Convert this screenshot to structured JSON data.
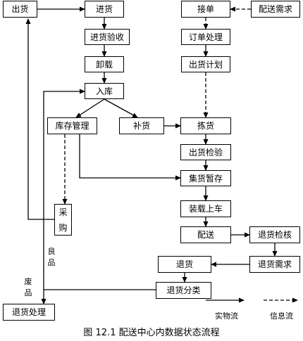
{
  "nodes": {
    "chuhuo": "出货",
    "jinhuo": "进货",
    "jinhuo_yanshou": "进货验收",
    "xiezai": "卸载",
    "ruku": "入库",
    "kucun_guanli": "库存管理",
    "buhuo": "补货",
    "caigou": [
      "采",
      "购"
    ],
    "jiedan": "接单",
    "peisong_xuqiu": "配送需求",
    "dingdan_chuli": "订单处理",
    "chuhuo_jihua": "出货计划",
    "jianhuo": "拣货",
    "chuhuo_jianyan": "出货检验",
    "jihuo_zancun": "集货暂存",
    "zhuangzai_shangche": "装载上车",
    "peisong": "配送",
    "tuihuo_jianhe": "退货检核",
    "tuihuo_xuqiu": "退货需求",
    "tuihuo": "退货",
    "tuihuo_fenlei": "退货分类",
    "tuihuo_chuli": "退货处理"
  },
  "labels": {
    "lianghpin": [
      "良",
      "品"
    ],
    "feipin": [
      "废",
      "品"
    ]
  },
  "legend": {
    "physical": "实物流",
    "info": "信息流"
  },
  "caption": "图 12.1   配送中心内数据状态流程"
}
